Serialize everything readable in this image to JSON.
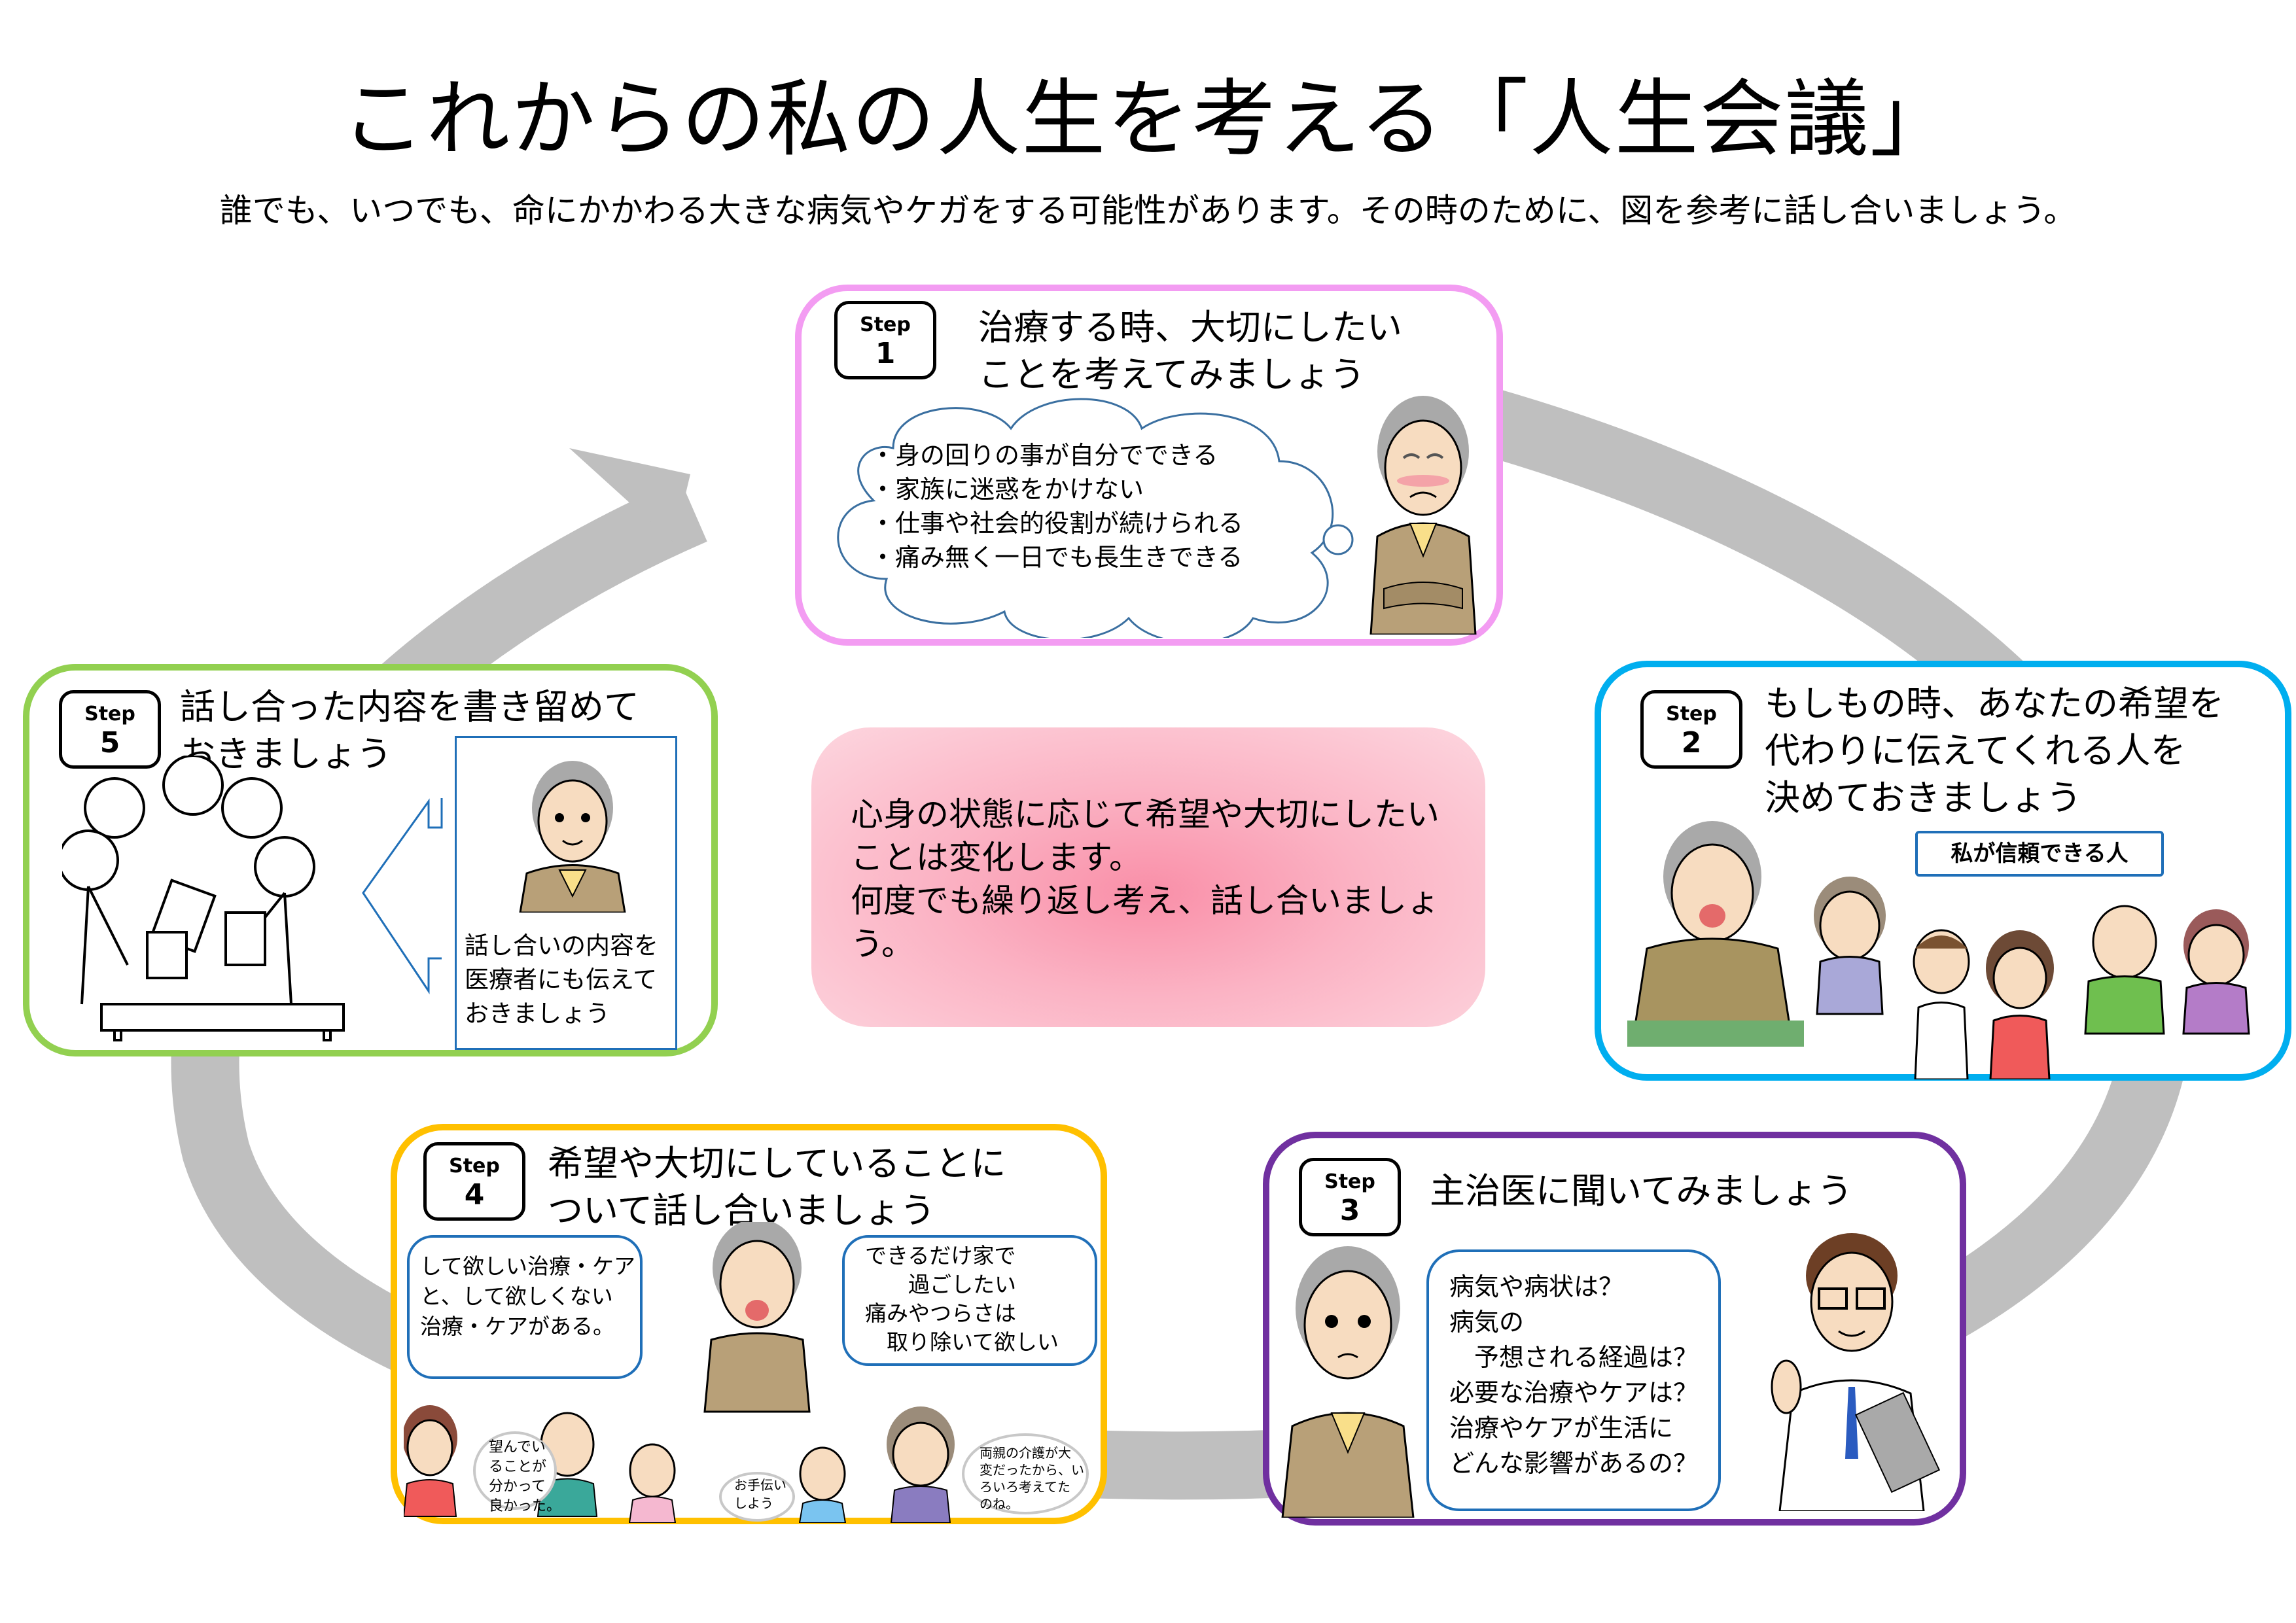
{
  "header": {
    "title": "これからの私の人生を考える「人生会議」",
    "subtitle": "誰でも、いつでも、命にかかわる大きな病気やケガをする可能性があります。その時のために、図を参考に話し合いましょう。"
  },
  "colors": {
    "ring": "#bfbfbf",
    "step1_border": "#f39cf2",
    "step2_border": "#00aeef",
    "step3_border": "#7030a0",
    "step4_border": "#ffc000",
    "step5_border": "#92d050",
    "bubble_border": "#1f6fb8"
  },
  "center": {
    "text": "心身の状態に応じて希望や大切にしたいことは変化します。\n何度でも繰り返し考え、話し合いましょう。"
  },
  "steps": [
    {
      "label": "Step",
      "number": "1",
      "title": "治療する時、大切にしたい\nことを考えてみましょう",
      "thought_items": [
        "・身の回りの事が自分でできる",
        "・家族に迷惑をかけない",
        "・仕事や社会的役割が続けられる",
        "・痛み無く一日でも長生きできる"
      ],
      "illustration": "elderly-man-arms-crossed"
    },
    {
      "label": "Step",
      "number": "2",
      "title": "もしもの時、あなたの希望を\n代わりに伝えてくれる人を\n決めておきましょう",
      "banner": "私が信頼できる人",
      "illustration": "elderly-man-with-family"
    },
    {
      "label": "Step",
      "number": "3",
      "title": "主治医に聞いてみましょう",
      "questions": "病気や病状は？\n病気の\n　予想される経過は？\n必要な治療やケアは？\n治療やケアが生活に\nどんな影響があるの？",
      "illustration": "patient-and-doctor"
    },
    {
      "label": "Step",
      "number": "4",
      "title": "希望や大切にしていることに\nついて話し合いましょう",
      "bubble_left": "して欲しい治療・ケア\nと、して欲しくない\n治療・ケアがある。",
      "bubble_right": "できるだけ家で\n　　過ごしたい\n痛みやつらさは\n　取り除いて欲しい",
      "family_thoughts": [
        "望んでい\nることが\n分かって\n良かった。",
        "お手伝い\nしよう",
        "両親の介護が大\n変だったから、い\nろいろ考えてた\nのね。"
      ],
      "illustration": "family-discussion"
    },
    {
      "label": "Step",
      "number": "5",
      "title": "話し合った内容を書き留めて\nおきましょう",
      "note": "話し合いの内容を\n医療者にも伝えて\nおきましょう",
      "illustration": "group-meeting-at-table"
    }
  ]
}
